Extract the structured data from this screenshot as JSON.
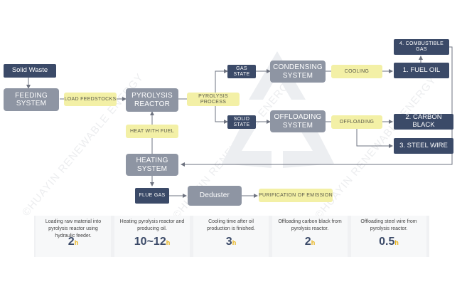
{
  "watermark": "©HUAYIN RENEWABLE ENERGY",
  "nodes": {
    "solid_waste": "Solid Waste",
    "feeding_system": [
      "FEEDING",
      "SYSTEM"
    ],
    "load_feedstocks": "LOAD FEEDSTOCKS",
    "pyrolysis_reactor": [
      "PYROLYSIS",
      "REACTOR"
    ],
    "pyrolysis_process": "Pyrolysis Process",
    "heat_with_fuel": "HEAT WITH FUEL",
    "heating_system": [
      "HEATING",
      "SYSTEM"
    ],
    "gas_state": "GAS STATE",
    "condensing_system": [
      "CONDENSING",
      "SYSTEM"
    ],
    "cooling": "COOLING",
    "fuel_oil": "1. FUEL OIL",
    "combustible_gas": "4. COMBUSTIBLE GAS",
    "solid_state": "SOLID STATE",
    "offloading_system": [
      "OFFLOADING",
      "SYSTEM"
    ],
    "offloading": "OFFLOADING",
    "carbon_black": "2. CARBON BLACK",
    "steel_wire": "3. STEEL WIRE",
    "flue_gas": "FLUE GAS",
    "deduster": "Deduster",
    "purification": "PURIFICATION OF EMISSION"
  },
  "timeline": [
    {
      "caption": "Loading raw material into pyrolysis reactor using hydraulic feeder.",
      "value": "2",
      "unit": "h"
    },
    {
      "caption": "Heating pyrolysis reactor and producing oil.",
      "value": "10~12",
      "unit": "h"
    },
    {
      "caption": "Cooling time after oil production is finished.",
      "value": "3",
      "unit": "h"
    },
    {
      "caption": "Offloading carbon black from pyrolysis reactor.",
      "value": "2",
      "unit": "h"
    },
    {
      "caption": "Offloading steel wire from pyrolysis reactor.",
      "value": "0.5",
      "unit": "h"
    }
  ],
  "colors": {
    "dark_box": "#3b4a68",
    "gray_box": "#8e95a3",
    "yellow_box": "#f3f0a6",
    "accent_unit": "#e8b31c"
  }
}
